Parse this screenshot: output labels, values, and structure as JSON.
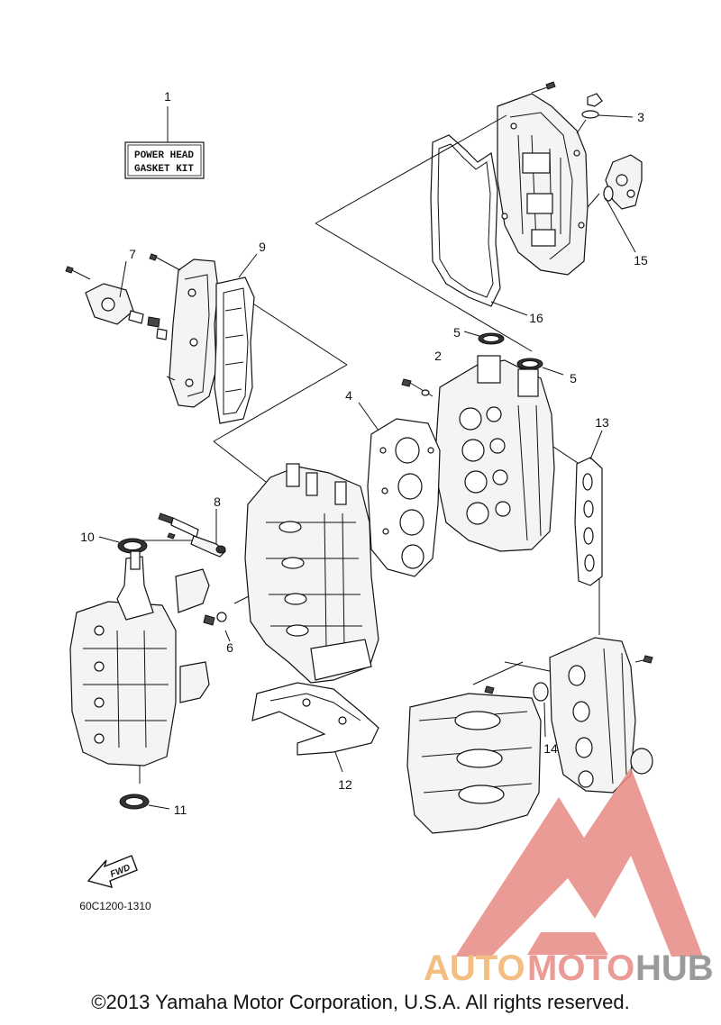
{
  "kit_label": {
    "line1": "POWER HEAD",
    "line2": "GASKET KIT"
  },
  "callouts": {
    "c1": "1",
    "c2": "2",
    "c3": "3",
    "c4": "4",
    "c5a": "5",
    "c5b": "5",
    "c6": "6",
    "c7": "7",
    "c8": "8",
    "c9": "9",
    "c10": "10",
    "c11": "11",
    "c12": "12",
    "c13": "13",
    "c14": "14",
    "c15": "15",
    "c16": "16"
  },
  "fwd_label": "FWD",
  "diagram_number": "60C1200-1310",
  "copyright": "©2013 Yamaha Motor Corporation, U.S.A. All rights reserved.",
  "watermark": {
    "part1": "AUTO",
    "part2": "MOTO",
    "part3": "HUB"
  },
  "colors": {
    "watermark_red": "#e88a84",
    "watermark_orange": "#f3b36d",
    "watermark_gray": "#8a8a8a"
  }
}
